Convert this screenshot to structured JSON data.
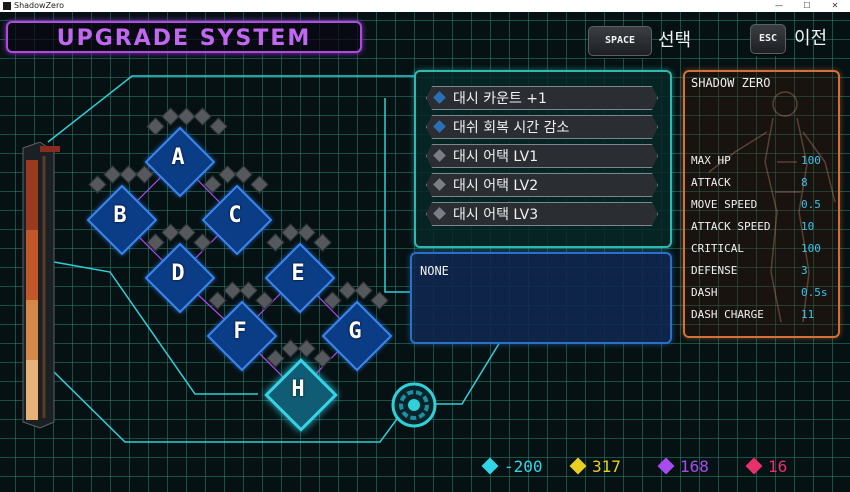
{
  "window": {
    "title": "ShadowZero",
    "controls": [
      "—",
      "☐",
      "✕"
    ]
  },
  "header": {
    "title": "UPGRADE SYSTEM"
  },
  "keys": {
    "space": {
      "key": "SPACE",
      "label": "선택"
    },
    "esc": {
      "key": "ESC",
      "label": "이전"
    }
  },
  "nodes": [
    {
      "id": "A",
      "label": "A"
    },
    {
      "id": "B",
      "label": "B"
    },
    {
      "id": "C",
      "label": "C"
    },
    {
      "id": "D",
      "label": "D"
    },
    {
      "id": "E",
      "label": "E"
    },
    {
      "id": "F",
      "label": "F"
    },
    {
      "id": "G",
      "label": "G"
    },
    {
      "id": "H",
      "label": "H",
      "selected": true
    }
  ],
  "upgrades": [
    {
      "label": "대시 카운트 +1",
      "unlocked": true
    },
    {
      "label": "대쉬 회복 시간 감소",
      "unlocked": true
    },
    {
      "label": "대시 어택 LV1",
      "unlocked": false
    },
    {
      "label": "대시 어택 LV2",
      "unlocked": false
    },
    {
      "label": "대시 어택 LV3",
      "unlocked": false
    }
  ],
  "description": {
    "text": "NONE"
  },
  "character": {
    "name": "SHADOW ZERO",
    "stats": [
      {
        "label": "MAX HP",
        "value": "100"
      },
      {
        "label": "ATTACK",
        "value": "8"
      },
      {
        "label": "MOVE SPEED",
        "value": "0.5"
      },
      {
        "label": "ATTACK SPEED",
        "value": "10"
      },
      {
        "label": "CRITICAL",
        "value": "100"
      },
      {
        "label": "DEFENSE",
        "value": "3"
      },
      {
        "label": "DASH",
        "value": "0.5s"
      },
      {
        "label": "DASH CHARGE",
        "value": "11"
      }
    ]
  },
  "resources": [
    {
      "name": "cyan-gem",
      "value": "-200",
      "color": "#2fd6e8"
    },
    {
      "name": "yellow-gem",
      "value": "317",
      "color": "#e8d020"
    },
    {
      "name": "purple-gem",
      "value": "168",
      "color": "#a64cf0"
    },
    {
      "name": "pink-gem",
      "value": "16",
      "color": "#e8306a"
    }
  ],
  "colors": {
    "accent_purple": "#b04be0",
    "panel_teal": "#2fb9b0",
    "panel_blue": "#2a6fc8",
    "panel_orange": "#d2723a",
    "stat_value": "#38c6ee",
    "node_fill": "#0b3c86",
    "node_border": "#3a86f0",
    "unlocked_diamond": "#2a6fb8",
    "locked_diamond": "#7a7f85"
  }
}
